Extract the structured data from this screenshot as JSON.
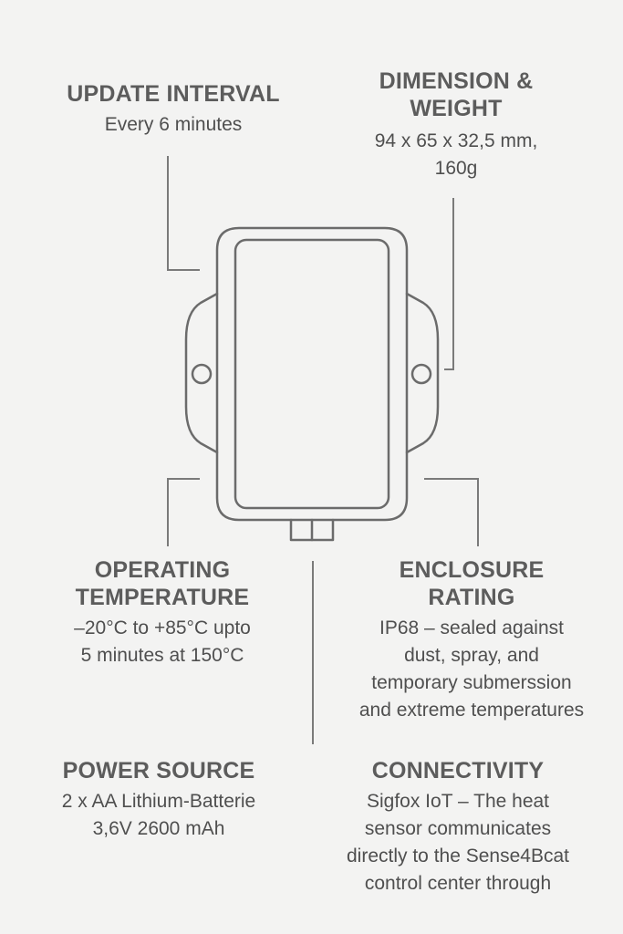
{
  "colors": {
    "background": "#f3f3f2",
    "outline": "#6b6b6b",
    "text": "#4f4f4f",
    "heading": "#5c5c5c"
  },
  "update_interval": {
    "heading": "UPDATE INTERVAL",
    "lines": [
      "Every 6 minutes"
    ]
  },
  "dimension": {
    "heading_lines": [
      "DIMENSION &",
      "WEIGHT"
    ],
    "lines": [
      "94 x 65 x 32,5 mm,",
      "160g"
    ]
  },
  "operating_temperature": {
    "heading_lines": [
      "OPERATING",
      "TEMPERATURE"
    ],
    "lines": [
      "–20°C to +85°C upto",
      "5 minutes at 150°C"
    ]
  },
  "enclosure_rating": {
    "heading_lines": [
      "ENCLOSURE",
      "RATING"
    ],
    "lines": [
      "IP68 – sealed against",
      "dust, spray, and",
      "temporary submerssion",
      "and extreme temperatures"
    ]
  },
  "power_source": {
    "heading": "POWER SOURCE",
    "lines": [
      "2 x AA Lithium-Batterie",
      "3,6V 2600 mAh"
    ]
  },
  "connectivity": {
    "heading": "CONNECTIVITY",
    "lines": [
      "Sigfox IoT – The heat",
      "sensor communicates",
      "directly to the Sense4Bcat",
      "control center through"
    ]
  }
}
